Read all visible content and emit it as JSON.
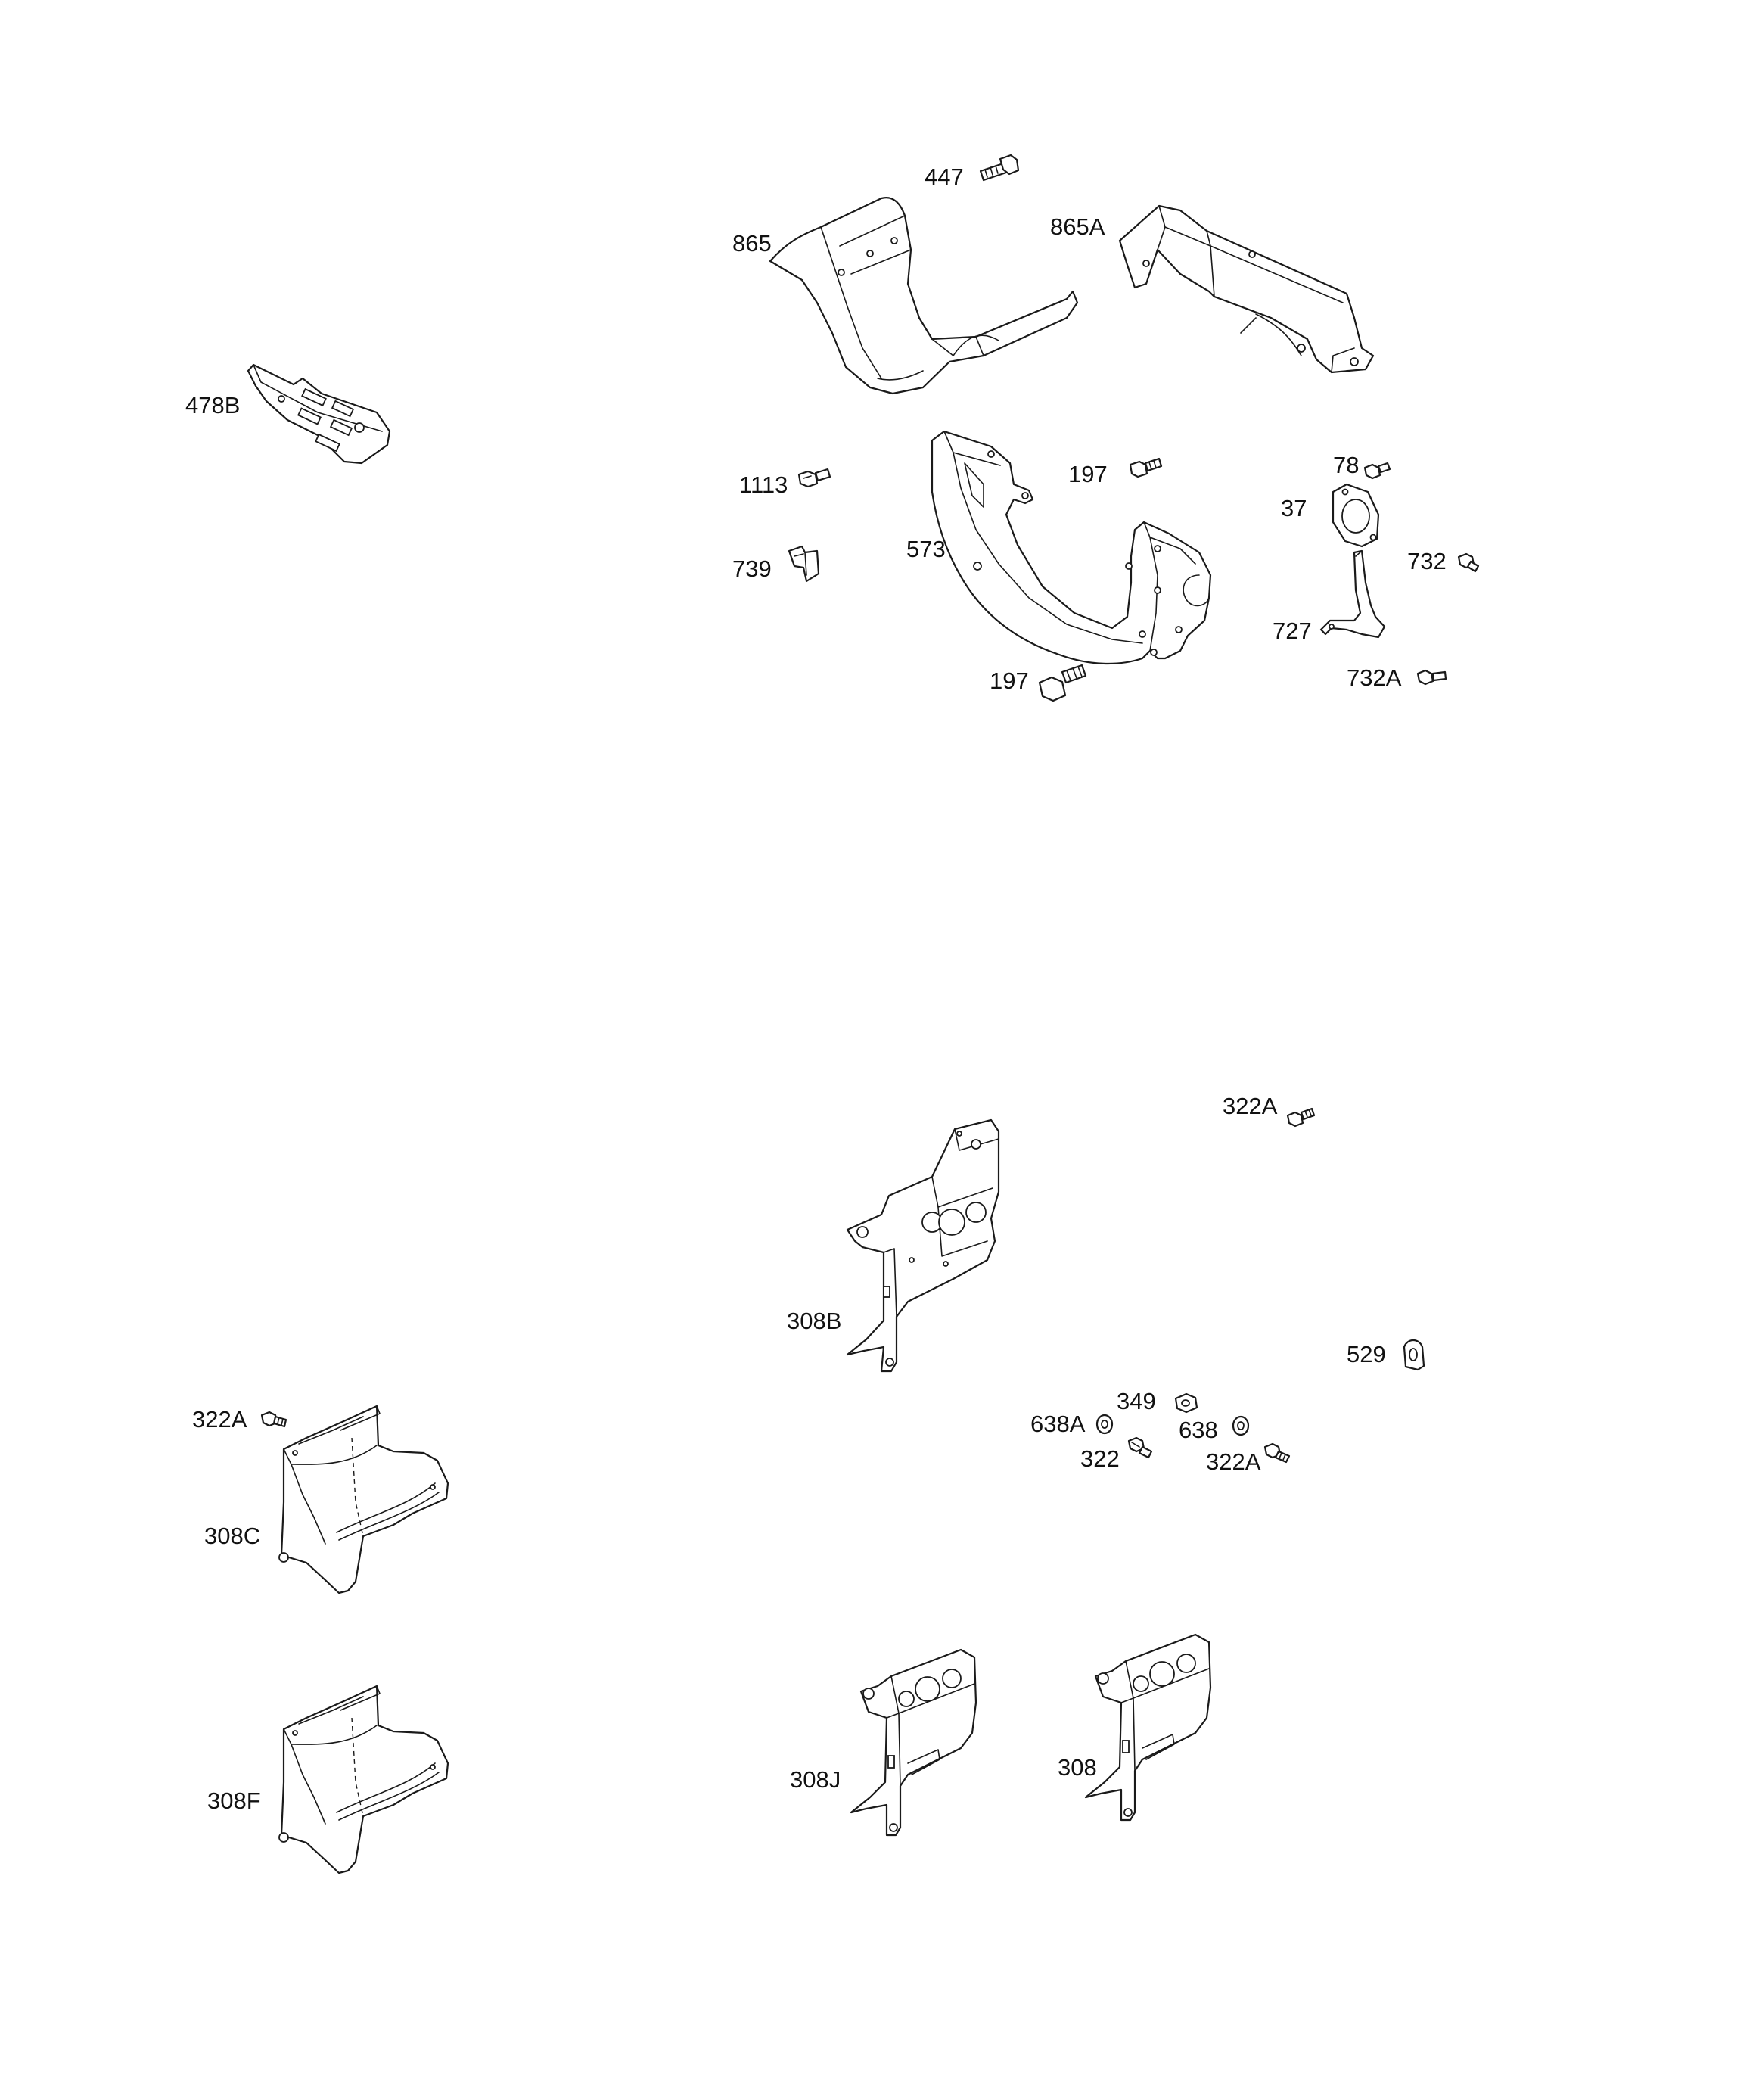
{
  "callouts": {
    "c447": "447",
    "c865": "865",
    "c865A": "865A",
    "c478B": "478B",
    "c1113": "1113",
    "c197a": "197",
    "c573": "573",
    "c78": "78",
    "c37": "37",
    "c732": "732",
    "c739": "739",
    "c727": "727",
    "c197b": "197",
    "c732A": "732A",
    "c322A_top": "322A",
    "c308B": "308B",
    "c529": "529",
    "c322A_left": "322A",
    "c349": "349",
    "c638A": "638A",
    "c638": "638",
    "c322": "322",
    "c322A_right": "322A",
    "c308C": "308C",
    "c308F": "308F",
    "c308J": "308J",
    "c308": "308"
  }
}
